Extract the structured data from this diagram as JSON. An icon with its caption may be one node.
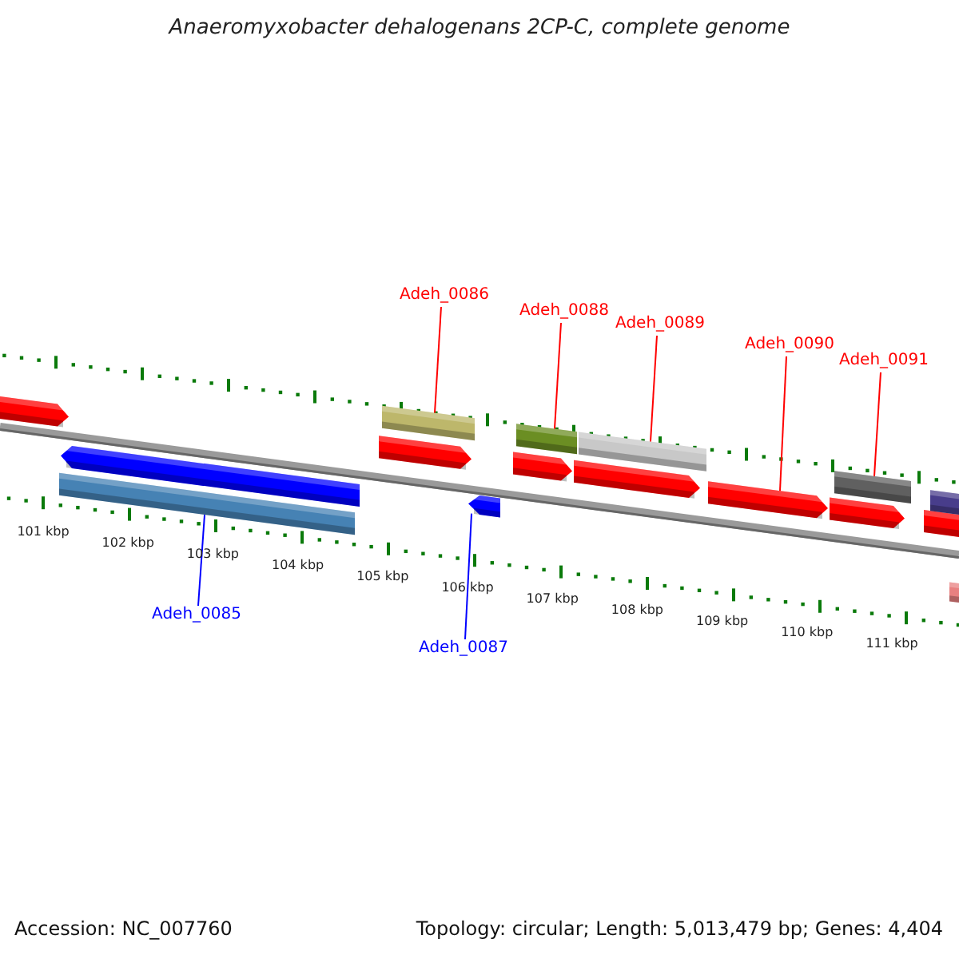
{
  "diagram": {
    "title": "Anaeromyxobacter dehalogenans 2CP-C, complete genome",
    "nodes": [
      {
        "text": [
          "Adeh_0086"
        ]
      },
      {
        "text": [
          "Adeh_0088"
        ]
      },
      {
        "text": [
          "Adeh_0089"
        ]
      },
      {
        "text": [
          "Adeh_0090"
        ]
      },
      {
        "text": [
          "Adeh_0091"
        ]
      },
      {
        "text": [
          "Adeh_0085"
        ]
      },
      {
        "text": [
          "Adeh_0087"
        ]
      },
      {
        "text": [],
        "shape": "arrow"
      },
      {
        "text": [],
        "shape": "bar"
      },
      {
        "text": [],
        "shape": "arrow"
      },
      {
        "text": [],
        "shape": "arrow"
      },
      {
        "text": [],
        "shape": "bar"
      },
      {
        "text": [],
        "shape": "arrow"
      },
      {
        "text": [],
        "shape": "arrow"
      },
      {
        "text": [],
        "shape": "bar"
      },
      {
        "text": [],
        "shape": "arrow"
      },
      {
        "text": [],
        "shape": "bar"
      },
      {
        "text": [],
        "shape": "arrow"
      },
      {
        "text": [],
        "shape": "arrow"
      },
      {
        "text": [],
        "shape": "bar"
      },
      {
        "text": [],
        "shape": "arrow"
      },
      {
        "text": [],
        "shape": "bar"
      },
      {
        "text": [],
        "shape": "bar"
      }
    ],
    "edges": [
      {
        "from": 5,
        "to": 8,
        "arrow": "none",
        "color": "#0000ff"
      },
      {
        "from": 0,
        "to": 11,
        "arrow": "none"
      },
      {
        "from": 6,
        "to": 12,
        "arrow": "none",
        "color": "#0000ff"
      },
      {
        "from": 1,
        "to": 14,
        "arrow": "none"
      },
      {
        "from": 2,
        "to": 16,
        "arrow": "none"
      },
      {
        "from": 3,
        "to": 17,
        "arrow": "none"
      },
      {
        "from": 4,
        "to": 19,
        "arrow": "none"
      }
    ],
    "labels": [
      "101 kbp",
      "102 kbp",
      "103 kbp",
      "104 kbp",
      "105 kbp",
      "106 kbp",
      "107 kbp",
      "108 kbp",
      "109 kbp",
      "110 kbp",
      "111 kbp",
      "Accession: NC_007760",
      "Topology: circular; Length: 5,013,479 bp; Genes: 4,404"
    ]
  }
}
